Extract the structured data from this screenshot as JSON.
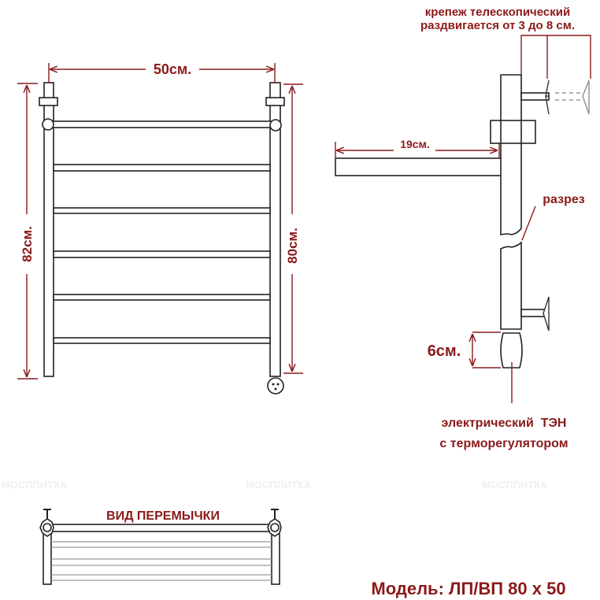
{
  "front_view": {
    "width_label": "50см.",
    "total_height_label": "82см.",
    "center_height_label": "80см.",
    "rungs": 6
  },
  "side_view": {
    "mount_label_line1": "крепеж телескопический",
    "mount_label_line2": "раздвигается от 3 до 8 см.",
    "depth_label": "19см.",
    "section_label": "разрез",
    "heater_height_label": "6см.",
    "heater_label_line1": "электрический  ТЭН",
    "heater_label_line2": "с терморегулятором"
  },
  "top_view": {
    "title": "ВИД ПЕРЕМЫЧКИ"
  },
  "model": "Модель: ЛП/ВП 80 х 50",
  "watermark": "МОСПЛИТКА",
  "colors": {
    "accent": "#8b1a1a",
    "line": "#222222"
  }
}
